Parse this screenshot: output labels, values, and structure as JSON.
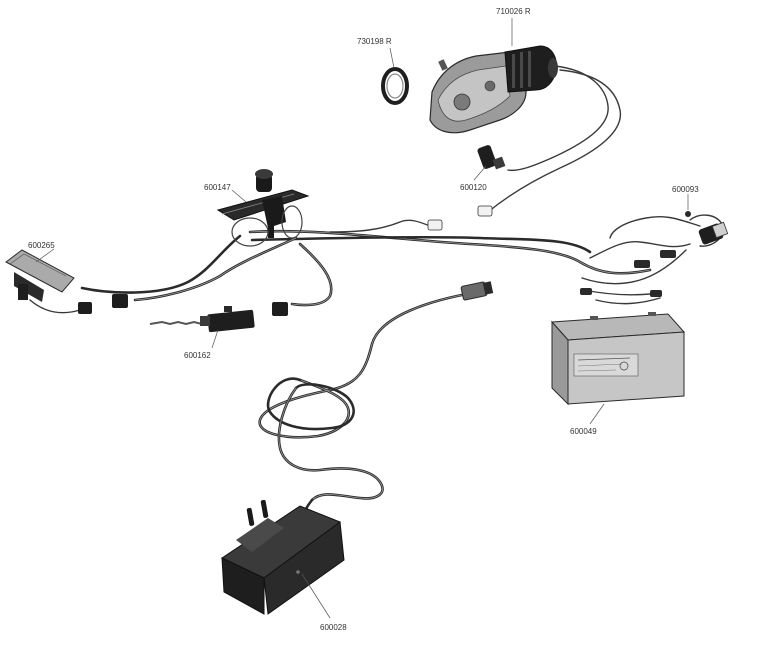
{
  "parts": [
    {
      "id": "motor",
      "part_number": "710026 R"
    },
    {
      "id": "gear",
      "part_number": "730198 R"
    },
    {
      "id": "switch-assembly",
      "part_number": "600147"
    },
    {
      "id": "motor-connector",
      "part_number": "600120"
    },
    {
      "id": "fuse-holder",
      "part_number": "600093"
    },
    {
      "id": "pedal",
      "part_number": "600265"
    },
    {
      "id": "micro-switch",
      "part_number": "600162"
    },
    {
      "id": "battery",
      "part_number": "600049"
    },
    {
      "id": "charger",
      "part_number": "600028"
    }
  ],
  "colors": {
    "line": "#2b2b2b",
    "body_dark": "#1e1e1e",
    "body_mid": "#8a8a8a",
    "body_light": "#c9c9c9"
  }
}
